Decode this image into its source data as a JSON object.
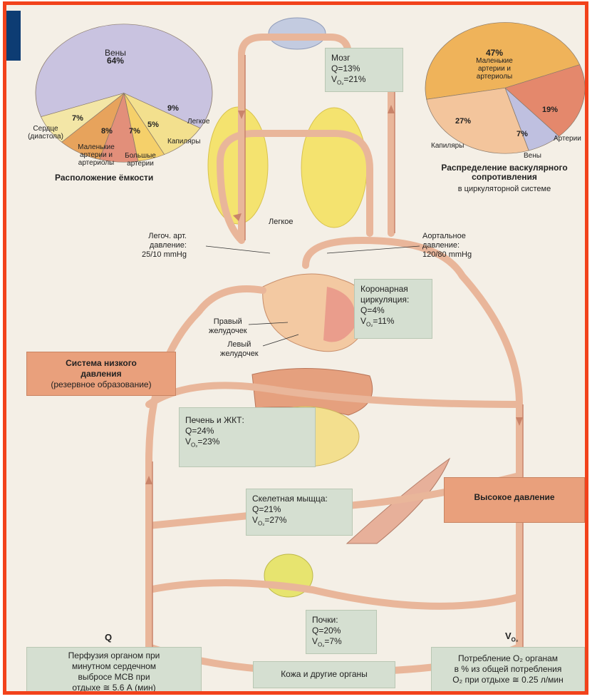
{
  "pie_left": {
    "title": "Расположение ёмкости",
    "slices": [
      {
        "name": "Вены",
        "value": 64,
        "label": "64%",
        "color": "#c9c3e0"
      },
      {
        "name": "Легкое",
        "value": 9,
        "label": "9%",
        "color": "#f3e08e"
      },
      {
        "name": "Капиляры",
        "value": 5,
        "label": "5%",
        "color": "#f5d06a"
      },
      {
        "name": "Большые артерии",
        "value": 7,
        "label": "7%",
        "color": "#e28f7a"
      },
      {
        "name": "Маленькие артерии и артериолы",
        "value": 8,
        "label": "8%",
        "color": "#e7a35c"
      },
      {
        "name": "Сердце (диастола)",
        "value": 7,
        "label": "7%",
        "color": "#f3e6a6"
      }
    ]
  },
  "pie_right": {
    "title": "Распределение васкулярного сопротивления",
    "subtitle": "в циркуляторной системе",
    "slices": [
      {
        "name": "Маленькие артерии и артериолы",
        "value": 47,
        "label": "47%",
        "color": "#efb35a"
      },
      {
        "name": "Артерии",
        "value": 19,
        "label": "19%",
        "color": "#e4886c"
      },
      {
        "name": "Вены",
        "value": 7,
        "label": "7%",
        "color": "#bfc0e0"
      },
      {
        "name": "Капиляры",
        "value": 27,
        "label": "27%",
        "color": "#f3c59c"
      }
    ]
  },
  "labels": {
    "lung": "Легкое",
    "pulm_pressure": [
      "Легоч. арт.",
      "давление:",
      "25/10 mmHg"
    ],
    "aortic_pressure": [
      "Аортальное",
      "давление:",
      "120/80 mmHg"
    ],
    "right_ventricle": [
      "Правый",
      "желудочек"
    ],
    "left_ventricle": [
      "Левый",
      "желудочек"
    ],
    "q_letter": "Q",
    "vo2_letter": "V",
    "vo2_sub": "O₂"
  },
  "organs": {
    "brain": {
      "name": "Мозг",
      "q": "Q=13%",
      "v": "V",
      "v_sub": "O₂",
      "v_val": "=21%"
    },
    "coronary": {
      "name": "Коронарная",
      "name2": "циркуляция:",
      "q": "Q=4%",
      "v": "V",
      "v_sub": "O₂",
      "v_val": "=11%"
    },
    "liver": {
      "name": "Печень и ЖКТ:",
      "q": "Q=24%",
      "v": "V",
      "v_sub": "O₂",
      "v_val": "=23%"
    },
    "muscle": {
      "name": "Скелетная мыщца:",
      "q": "Q=21%",
      "v": "V",
      "v_sub": "O₂",
      "v_val": "=27%"
    },
    "kidney": {
      "name": "Почки:",
      "q": "Q=20%",
      "v": "V",
      "v_sub": "O₂",
      "v_val": "=7%"
    },
    "skin": {
      "name": "Кожа и другие органы"
    }
  },
  "boxes": {
    "low_pressure": [
      "Система низкого",
      "давления",
      "(резервное образование)"
    ],
    "high_pressure": "Высокое давление",
    "perfusion": [
      "Перфузия органом при",
      "минутном сердечном",
      "выбросе МСВ при",
      "отдыхе ≅ 5.6 А (мин)"
    ],
    "consumption": [
      "Потребление O₂ органам",
      "в % из общей потребления",
      "O₂ при отдыхе ≅ 0.25 л/мин"
    ]
  }
}
